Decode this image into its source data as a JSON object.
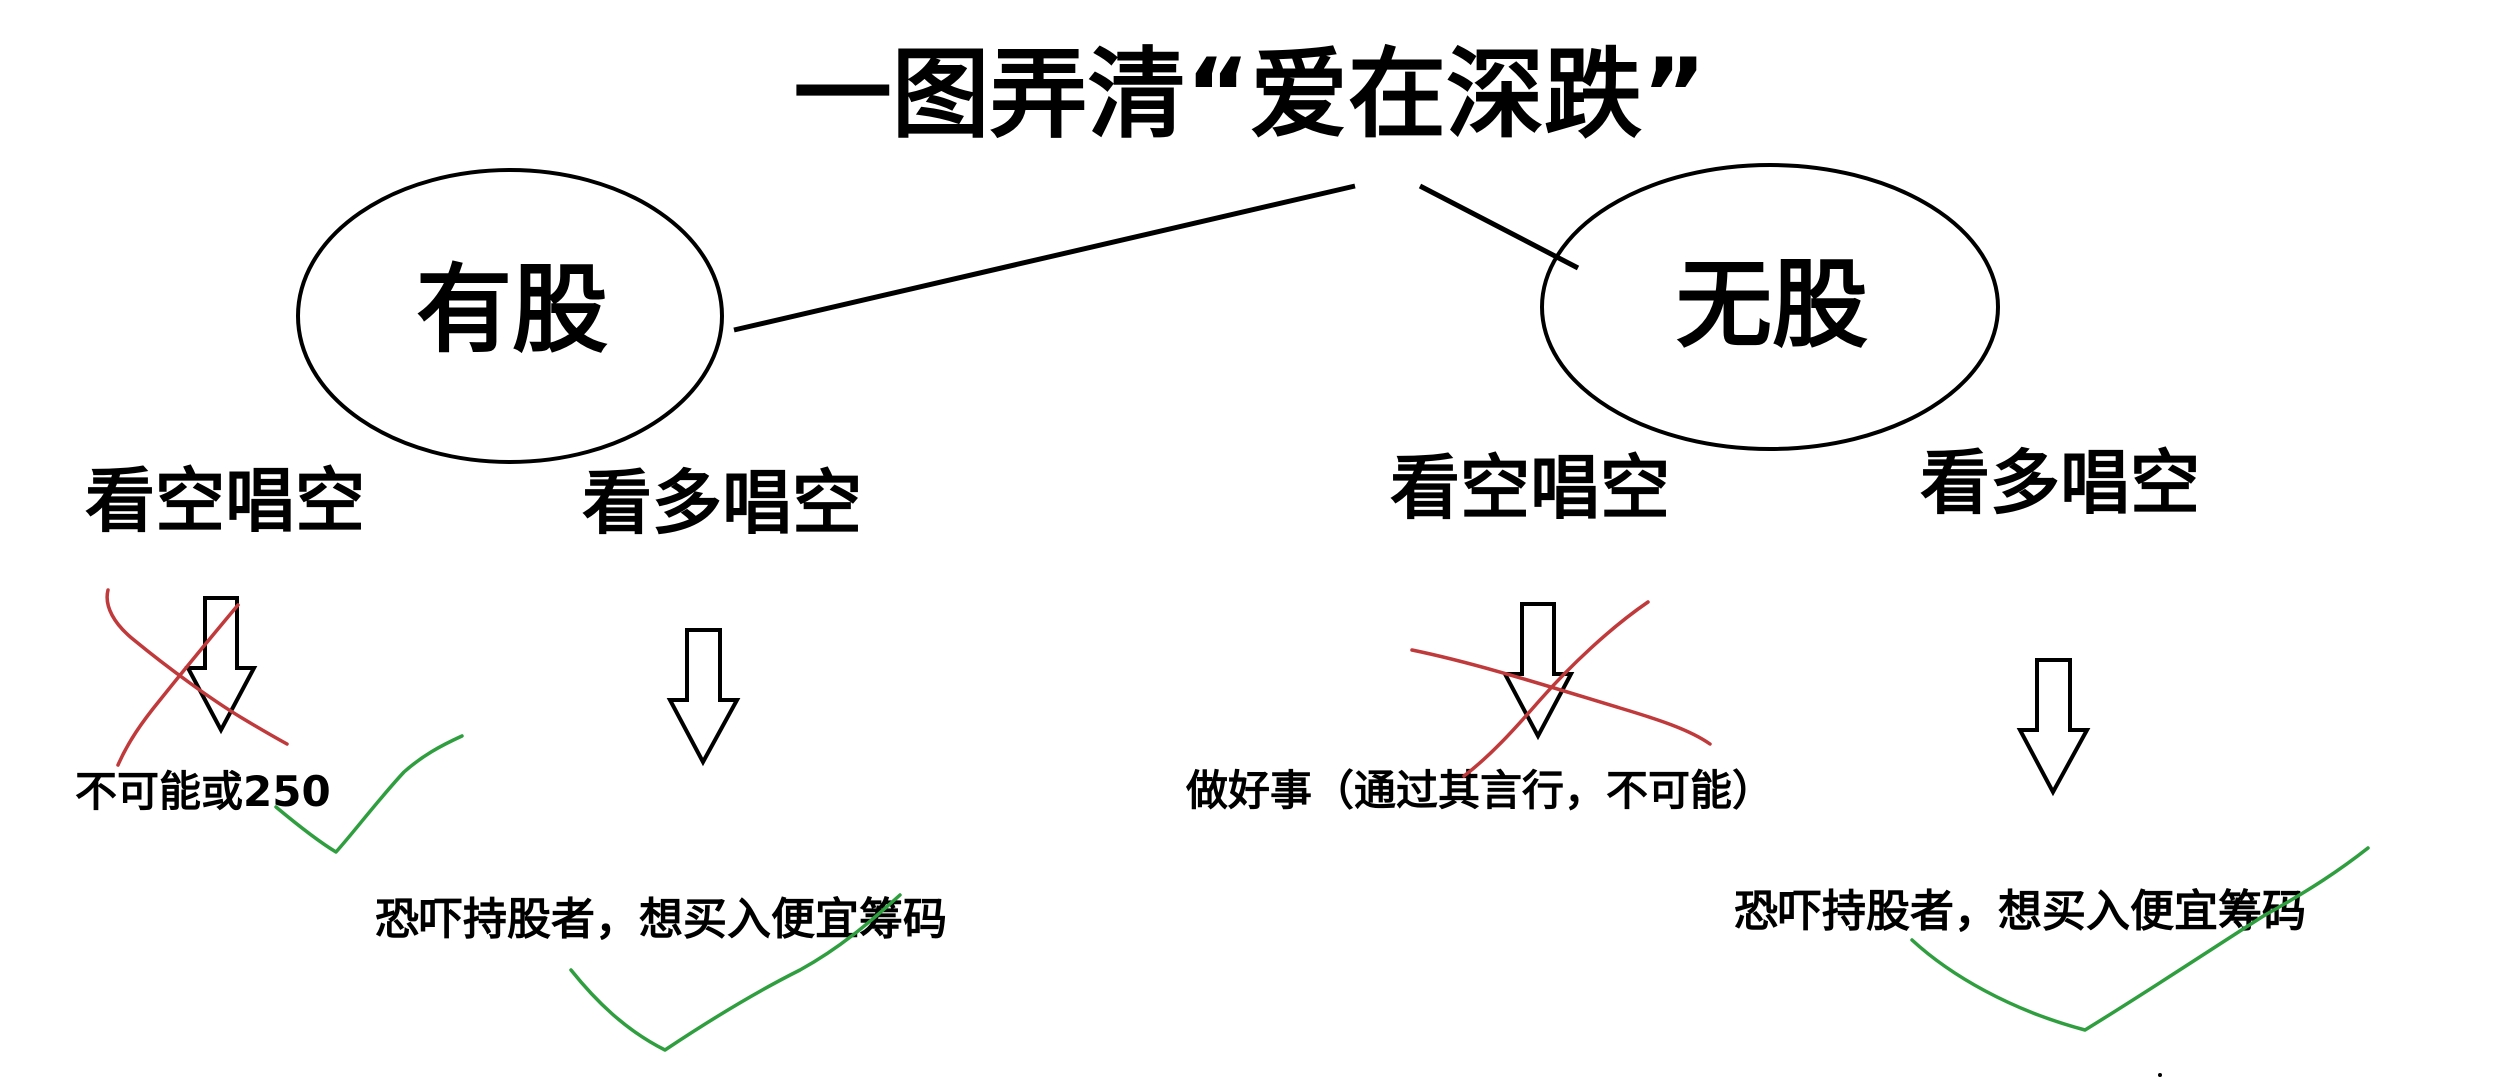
{
  "title": "一图弄清“爱在深跌”",
  "branches": {
    "left": {
      "label": "有股",
      "options": {
        "bearish": {
          "label": "看空唱空",
          "outcome": "不可能或250",
          "crossed_out": true
        },
        "bullish": {
          "label": "看多唱空",
          "outcome": "恐吓持股者，想买入便宜筹码",
          "checked": true
        }
      }
    },
    "right": {
      "label": "无股",
      "options": {
        "bearish": {
          "label": "看空唱空",
          "outcome": "做好事（通过其言行，不可能）",
          "crossed_out": true
        },
        "bullish": {
          "label": "看多唱空",
          "outcome": "恐吓持股者，想买入便宜筹码",
          "checked": true
        }
      }
    }
  },
  "colors": {
    "ink": "#000000",
    "cross_mark": "#c0393b",
    "check_mark": "#2e9e3e"
  }
}
